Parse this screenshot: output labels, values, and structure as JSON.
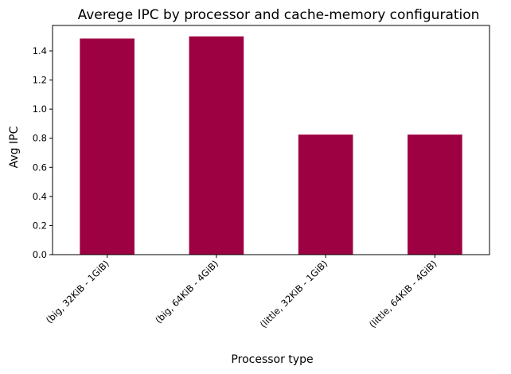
{
  "chart_data": {
    "type": "bar",
    "title": "Averege IPC by processor and cache-memory configuration",
    "xlabel": "Processor type",
    "ylabel": "Avg IPC",
    "categories": [
      "(big, 32KiB - 1GiB)",
      "(big, 64KiB - 4GiB)",
      "(little, 32KiB - 1GiB)",
      "(little, 64KiB - 4GiB)"
    ],
    "values": [
      1.485,
      1.5,
      0.825,
      0.825
    ],
    "ylim": [
      0,
      1.575
    ],
    "yticks": [
      0.0,
      0.2,
      0.4,
      0.6,
      0.8,
      1.0,
      1.2,
      1.4
    ],
    "ytick_labels": [
      "0.0",
      "0.2",
      "0.4",
      "0.6",
      "0.8",
      "1.0",
      "1.2",
      "1.4"
    ],
    "grid": false,
    "bar_color": "#9e0142"
  }
}
